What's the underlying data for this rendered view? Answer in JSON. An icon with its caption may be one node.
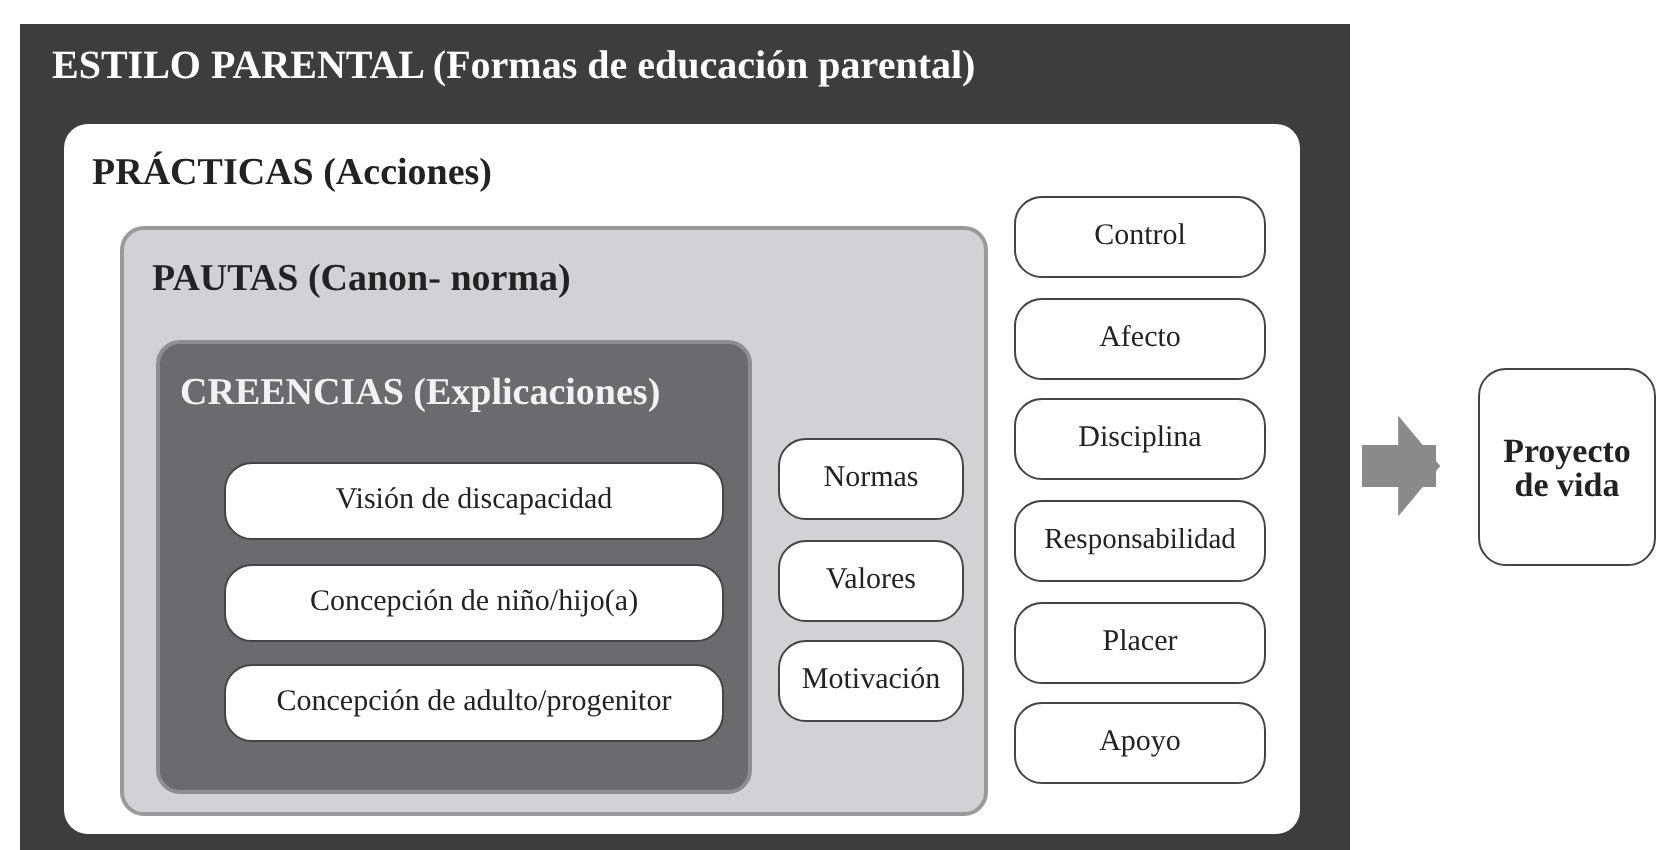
{
  "diagram": {
    "nodes": [
      {
        "text": [
          "ESTILO PARENTAL (Formas de educación parental)"
        ]
      },
      {
        "text": [
          "PRÁCTICAS (Acciones)"
        ],
        "in": 0
      },
      {
        "text": [
          "PAUTAS (Canon- norma)"
        ],
        "in": 1
      },
      {
        "text": [
          "CREENCIAS (Explicaciones)"
        ],
        "in": 2
      },
      {
        "text": [
          "Visión de discapacidad"
        ],
        "in": 3
      },
      {
        "text": [
          "Concepción de niño/hijo(a)"
        ],
        "in": 3
      },
      {
        "text": [
          "Concepción de adulto/progenitor"
        ],
        "in": 3
      },
      {
        "text": [
          "Normas"
        ],
        "in": 2
      },
      {
        "text": [
          "Valores"
        ],
        "in": 2
      },
      {
        "text": [
          "Motivación"
        ],
        "in": 2
      },
      {
        "text": [
          "Control"
        ],
        "in": 1
      },
      {
        "text": [
          "Afecto"
        ],
        "in": 1
      },
      {
        "text": [
          "Disciplina"
        ],
        "in": 1
      },
      {
        "text": [
          "Responsabilidad"
        ],
        "in": 1
      },
      {
        "text": [
          "Placer"
        ],
        "in": 1
      },
      {
        "text": [
          "Apoyo"
        ],
        "in": 1
      },
      {
        "text": [
          "Proyecto de vida"
        ]
      }
    ],
    "edges": [
      {
        "from": 0,
        "to": 16,
        "arrow": "to"
      }
    ]
  }
}
